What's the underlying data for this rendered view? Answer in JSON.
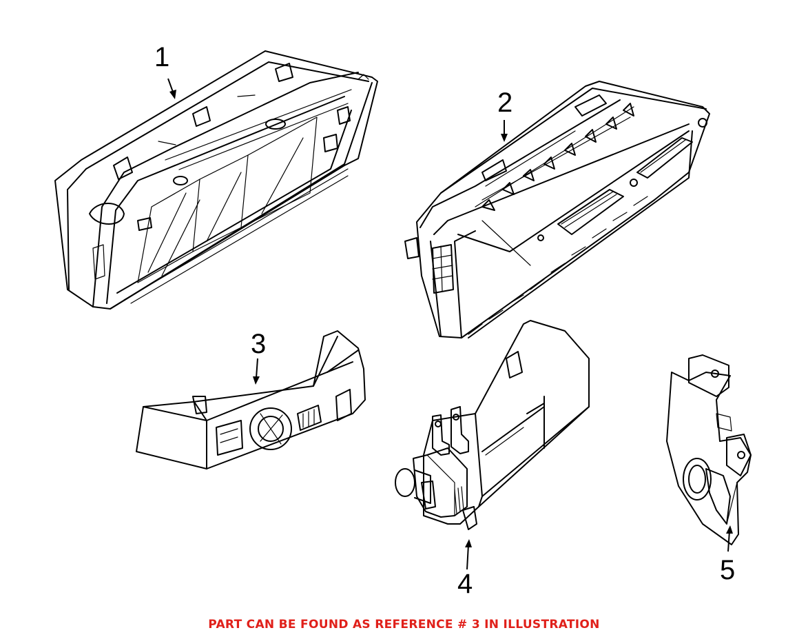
{
  "callouts": [
    {
      "id": "1",
      "label": "1"
    },
    {
      "id": "2",
      "label": "2"
    },
    {
      "id": "3",
      "label": "3"
    },
    {
      "id": "4",
      "label": "4"
    },
    {
      "id": "5",
      "label": "5"
    }
  ],
  "footer": {
    "note": "PART CAN BE FOUND AS REFERENCE # 3 IN ILLUSTRATION",
    "color": "#e0201a"
  }
}
